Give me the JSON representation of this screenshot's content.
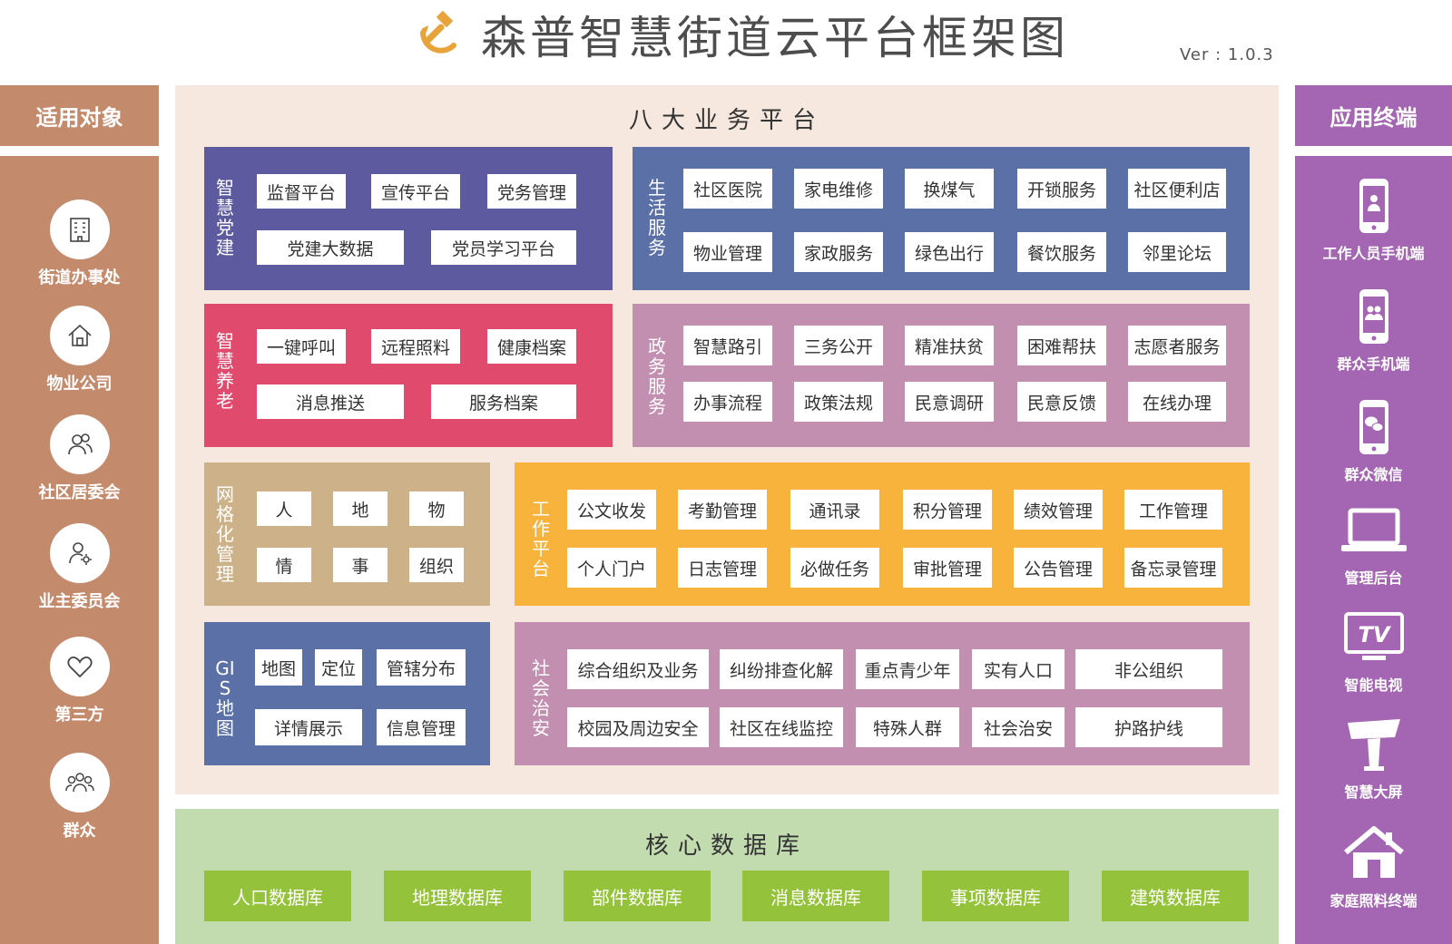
{
  "title": "森普智慧街道云平台框架图",
  "version": "Ver : 1.0.3",
  "colors": {
    "left": "#c48a6c",
    "right": "#a465b2",
    "center_bg": "#f6e8de",
    "party": "#5e5aa0",
    "elder": "#e04a6c",
    "life": "#5a70a7",
    "gov": "#c38fb0",
    "grid": "#ccb189",
    "work": "#f7b33c",
    "gis": "#5a70a7",
    "security": "#c38fb0",
    "core_bg": "#c2dcb0",
    "db": "#94c33b"
  },
  "left": {
    "heading": "适用对象",
    "items": [
      {
        "label": "街道办事处",
        "icon": "building-icon"
      },
      {
        "label": "物业公司",
        "icon": "house-icon"
      },
      {
        "label": "社区居委会",
        "icon": "people-icon"
      },
      {
        "label": "业主委员会",
        "icon": "user-gear-icon"
      },
      {
        "label": "第三方",
        "icon": "heart-icon"
      },
      {
        "label": "群众",
        "icon": "crowd-icon"
      }
    ]
  },
  "right": {
    "heading": "应用终端",
    "items": [
      {
        "label": "工作人员手机端",
        "icon": "phone-user-icon"
      },
      {
        "label": "群众手机端",
        "icon": "phone-group-icon"
      },
      {
        "label": "群众微信",
        "icon": "phone-wechat-icon"
      },
      {
        "label": "管理后台",
        "icon": "laptop-icon"
      },
      {
        "label": "智能电视",
        "icon": "tv-icon"
      },
      {
        "label": "智慧大屏",
        "icon": "kiosk-icon"
      },
      {
        "label": "家庭照料终端",
        "icon": "home-icon"
      }
    ]
  },
  "center": {
    "heading": "八大业务平台",
    "party": {
      "label": "智慧党建",
      "row1": [
        "监督平台",
        "宣传平台",
        "党务管理"
      ],
      "row2": [
        "党建大数据",
        "党员学习平台"
      ]
    },
    "elder": {
      "label": "智慧养老",
      "row1": [
        "一键呼叫",
        "远程照料",
        "健康档案"
      ],
      "row2": [
        "消息推送",
        "服务档案"
      ]
    },
    "life": {
      "label": "生活服务",
      "row1": [
        "社区医院",
        "家电维修",
        "换煤气",
        "开锁服务",
        "社区便利店"
      ],
      "row2": [
        "物业管理",
        "家政服务",
        "绿色出行",
        "餐饮服务",
        "邻里论坛"
      ]
    },
    "gov": {
      "label": "政务服务",
      "row1": [
        "智慧路引",
        "三务公开",
        "精准扶贫",
        "困难帮扶",
        "志愿者服务"
      ],
      "row2": [
        "办事流程",
        "政策法规",
        "民意调研",
        "民意反馈",
        "在线办理"
      ]
    },
    "grid": {
      "label": "网格化管理",
      "row1": [
        "人",
        "地",
        "物"
      ],
      "row2": [
        "情",
        "事",
        "组织"
      ]
    },
    "work": {
      "label": "工作平台",
      "row1": [
        "公文收发",
        "考勤管理",
        "通讯录",
        "积分管理",
        "绩效管理",
        "工作管理"
      ],
      "row2": [
        "个人门户",
        "日志管理",
        "必做任务",
        "审批管理",
        "公告管理",
        "备忘录管理"
      ]
    },
    "gis": {
      "label": "GIS地图",
      "row1": [
        "地图",
        "定位",
        "管辖分布"
      ],
      "row2": [
        "详情展示",
        "信息管理"
      ]
    },
    "security": {
      "label": "社会治安",
      "row1": [
        "综合组织及业务",
        "纠纷排查化解",
        "重点青少年",
        "实有人口",
        "非公组织"
      ],
      "row2": [
        "校园及周边安全",
        "社区在线监控",
        "特殊人群",
        "社会治安",
        "护路护线"
      ]
    }
  },
  "core": {
    "heading": "核心数据库",
    "dbs": [
      "人口数据库",
      "地理数据库",
      "部件数据库",
      "消息数据库",
      "事项数据库",
      "建筑数据库"
    ]
  }
}
